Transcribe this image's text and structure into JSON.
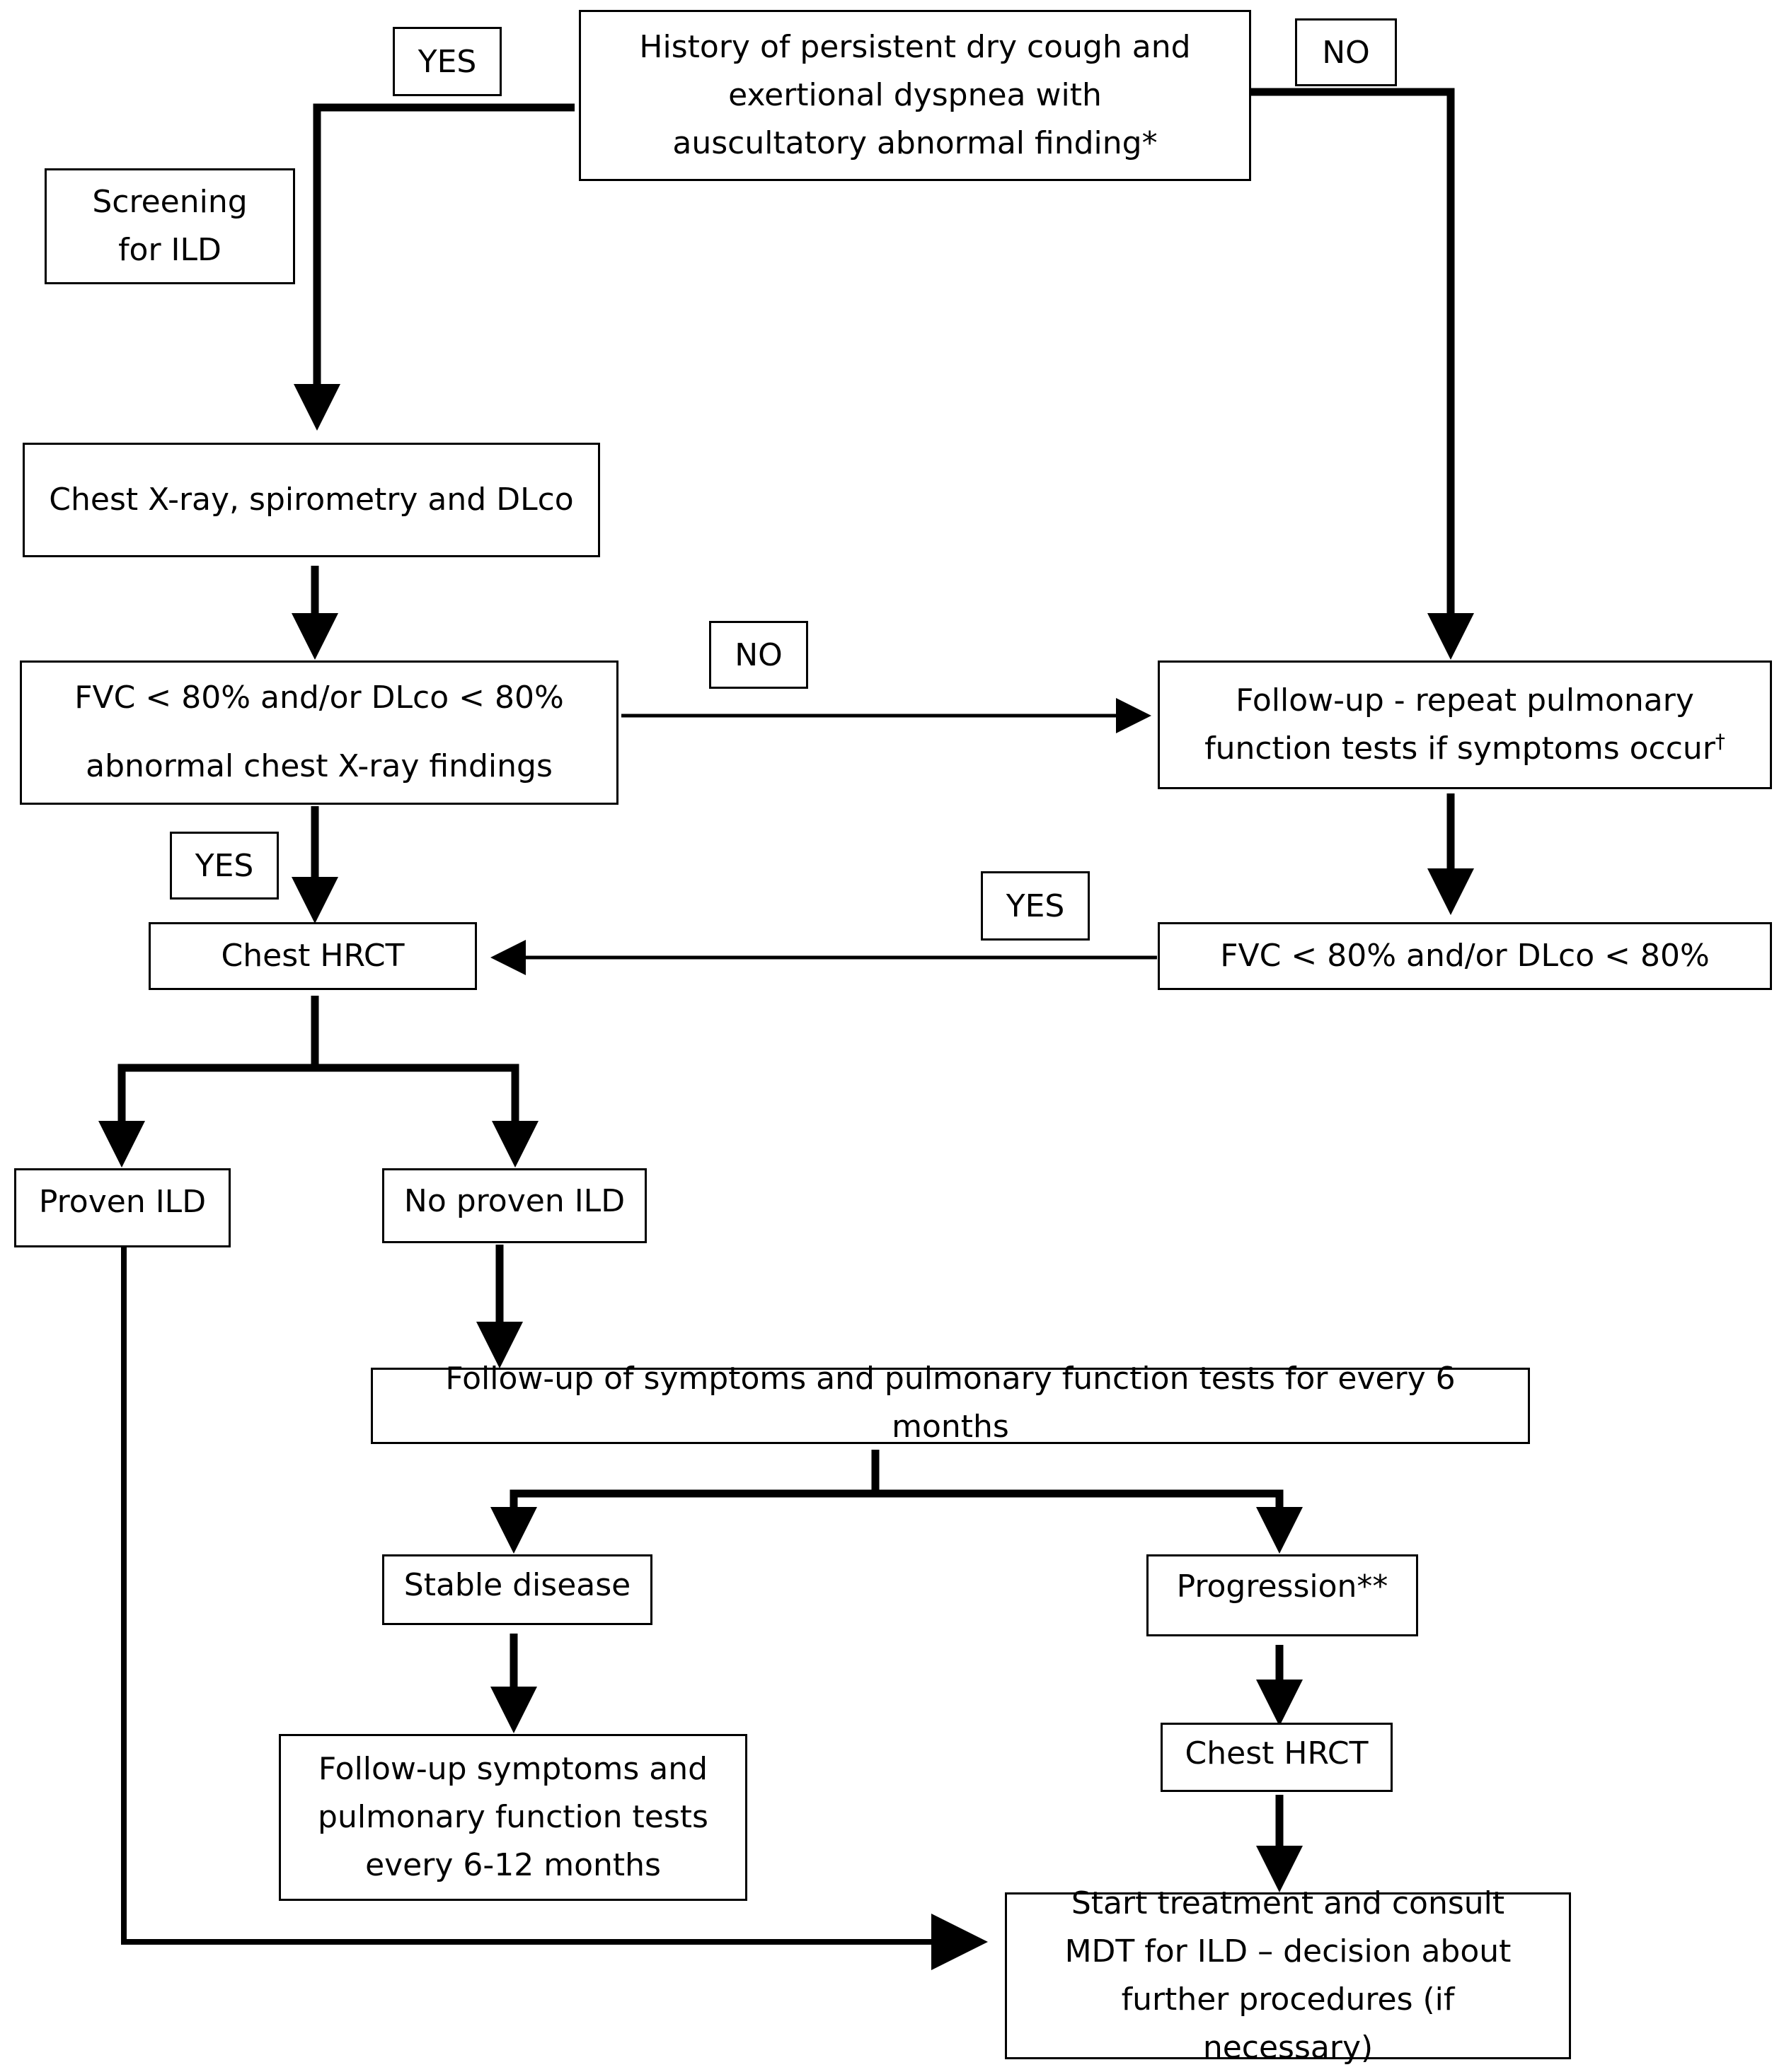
{
  "nodes": {
    "history": "History of persistent dry cough and exertional dyspnea with auscultatory abnormal finding*",
    "screening": "Screening for ILD",
    "xray": "Chest X-ray, spirometry and DLco",
    "fvc1_line1": "FVC < 80% and/or DLco < 80%",
    "fvc1_line2": "abnormal chest X-ray findings",
    "followup_repeat": "Follow-up - repeat pulmonary function tests if symptoms occur",
    "followup_repeat_mark": "†",
    "fvc2": "FVC < 80% and/or DLco < 80%",
    "hrct1": "Chest HRCT",
    "proven": "Proven ILD",
    "noproven": "No proven ILD",
    "followup6": "Follow-up of symptoms and pulmonary function tests for every 6 months",
    "stable": "Stable disease",
    "progression": "Progression**",
    "followup612": "Follow-up symptoms and pulmonary function tests every 6-12 months",
    "hrct2": "Chest HRCT",
    "treatment": "Start treatment and consult MDT for ILD – decision about further procedures (if necessary)"
  },
  "labels": {
    "yes_top": "YES",
    "no_top": "NO",
    "no_mid": "NO",
    "yes_left": "YES",
    "yes_right": "YES"
  }
}
